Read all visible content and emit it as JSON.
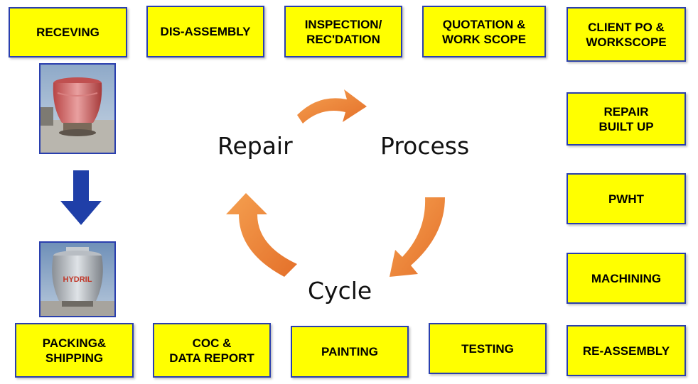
{
  "steps": {
    "receving": "RECEVING",
    "dis_assembly": "DIS-ASSEMBLY",
    "inspection": "INSPECTION/\nREC'DATION",
    "quotation": "QUOTATION &\nWORK SCOPE",
    "client_po": "CLIENT PO &\nWORKSCOPE",
    "repair_built_up": "REPAIR\nBUILT UP",
    "pwht": "PWHT",
    "machining": "MACHINING",
    "re_assembly": "RE-ASSEMBLY",
    "testing": "TESTING",
    "painting": "PAINTING",
    "coc": "COC &\nDATA REPORT",
    "packing": "PACKING&\nSHIPPING"
  },
  "cycle": {
    "word1": "Repair",
    "word2": "Process",
    "word3": "Cycle"
  },
  "photo_after": {
    "label": "HYDRIL"
  },
  "colors": {
    "box_fill": "#ffff00",
    "box_border": "#2a3fae",
    "arrow_orange": "#f08a30",
    "down_arrow": "#1f3fa8"
  }
}
